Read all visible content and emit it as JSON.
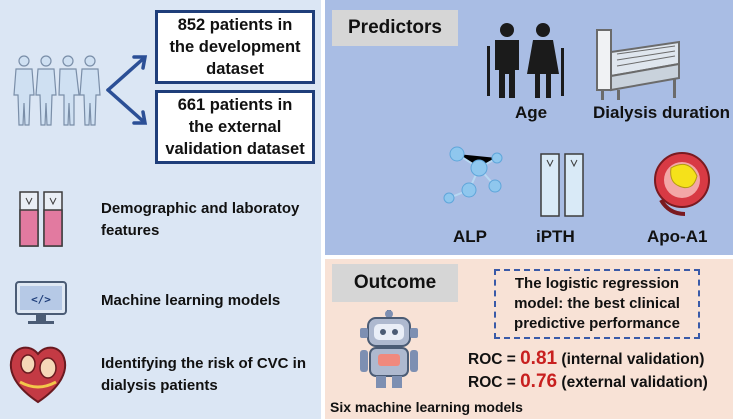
{
  "left": {
    "dev_box": "852 patients in the development dataset",
    "ext_box": "661 patients in the external validation dataset",
    "features_label": "Demographic and laboratoy features",
    "ml_label": "Machine learning models",
    "risk_label": "Identifying the risk of CVC in dialysis patients"
  },
  "predictors": {
    "title": "Predictors",
    "items": [
      "Age",
      "Dialysis duration",
      "ALP",
      "iPTH",
      "Apo-A1"
    ]
  },
  "outcome": {
    "title": "Outcome",
    "best_model": "The logistic regression model: the best clinical predictive performance",
    "roc_prefix": "ROC = ",
    "internal_value": "0.81",
    "internal_text": "(internal validation)",
    "external_value": "0.76",
    "external_text": "(external validation)",
    "robot_caption": "Six machine learning models"
  },
  "colors": {
    "left_bg": "#dbe6f4",
    "predictors_bg": "#a9bde4",
    "outcome_bg": "#f8e2d6",
    "box_border": "#1f3e7a",
    "roc_value": "#c8201f"
  }
}
